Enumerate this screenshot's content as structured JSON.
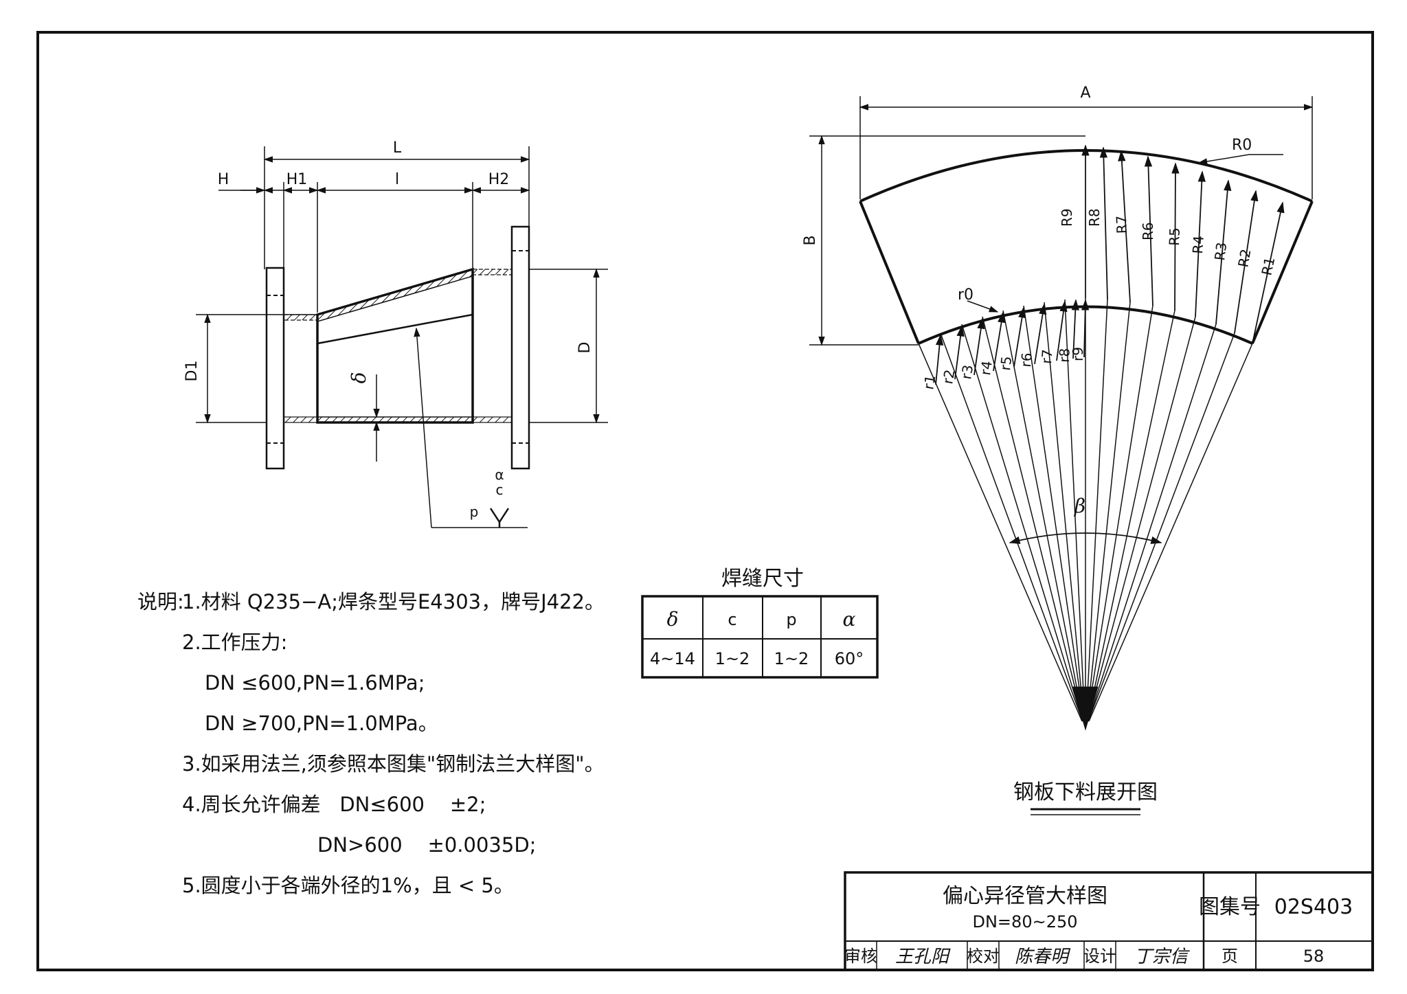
{
  "elevation": {
    "dims": {
      "L": "L",
      "H": "H",
      "H1": "H1",
      "l": "l",
      "H2": "H2",
      "D1": "D1",
      "D": "D",
      "delta": "δ"
    },
    "weld_symbol": {
      "alpha": "α",
      "c": "c",
      "p": "p"
    }
  },
  "development": {
    "labels": {
      "A": "A",
      "B": "B",
      "R0": "R0",
      "r0": "r0",
      "beta": "β"
    },
    "outer_radii": [
      "R1",
      "R2",
      "R3",
      "R4",
      "R5",
      "R6",
      "R7",
      "R8",
      "R9"
    ],
    "inner_radii": [
      "r1",
      "r2",
      "r3",
      "r4",
      "r5",
      "r6",
      "r7",
      "r8",
      "r9"
    ],
    "caption": "钢板下料展开图"
  },
  "weld_table": {
    "title": "焊缝尺寸",
    "headers": [
      "δ",
      "c",
      "p",
      "α"
    ],
    "values": [
      "4~14",
      "1~2",
      "1~2",
      "60°"
    ]
  },
  "notes": {
    "prefix": "说明:",
    "lines": [
      "1.材料 Q235−A;焊条型号E4303，牌号J422。",
      "2.工作压力:",
      "DN ≤600,PN=1.6MPa;",
      "DN ≥700,PN=1.0MPa。",
      "3.如采用法兰,须参照本图集\"钢制法兰大样图\"。",
      "4.周长允许偏差   DN≤600    ±2;",
      "DN>600    ±0.0035D;",
      "5.圆度小于各端外径的1%，且 < 5。"
    ]
  },
  "title_block": {
    "title": "偏心异径管大样图",
    "subtitle": "DN=80~250",
    "atlas_label": "图集号",
    "atlas_no": "02S403",
    "page_label": "页",
    "page_no": "58",
    "review_label": "审核",
    "check_label": "校对",
    "design_label": "设计",
    "review_sign": "王孔阳",
    "check_sign": "陈春明",
    "design_sign": "丁宗信"
  }
}
